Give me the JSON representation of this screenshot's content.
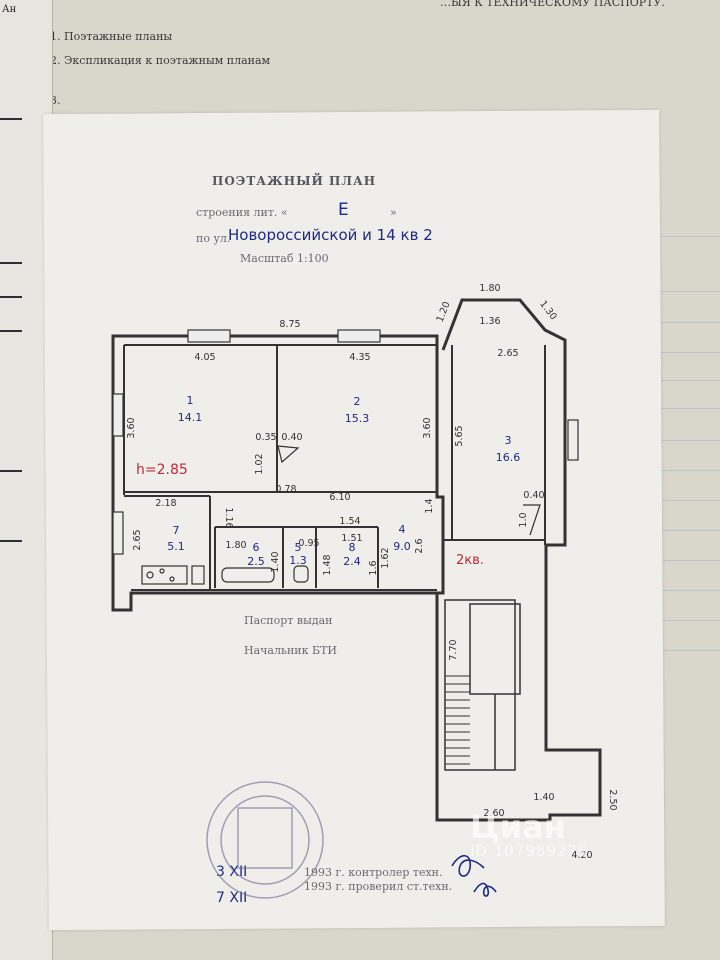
{
  "header": {
    "top_right": "…ЫЯ К ТЕХНИЧЕСКОМУ ПАСПОРТУ.",
    "item1": "1. Поэтажные планы",
    "item2": "2. Экспликация к поэтажным планам",
    "item3": "3."
  },
  "left_sheet": {
    "label": "Ан"
  },
  "form": {
    "title": "ПОЭТАЖНЫЙ ПЛАН",
    "building_prefix": "строения лит. «",
    "building_letter": "Е",
    "building_suffix": "»",
    "street_prefix": "по ул.",
    "street_value": "Новороссийской и 14 кв 2",
    "scale": "Масштаб 1:100",
    "height": "h=2.85",
    "apartment_mark": "2кв.",
    "passport_line": "Паспорт выдан",
    "chief_line": "Начальник БТИ",
    "control_line1": "1993 г. контролер техн.",
    "control_line2": "1993 г. проверил ст.техн.",
    "hand_date1": "3 XII",
    "hand_date2": "7 XII"
  },
  "rooms": [
    {
      "num": "1",
      "area": "14.1"
    },
    {
      "num": "2",
      "area": "15.3"
    },
    {
      "num": "3",
      "area": "16.6"
    },
    {
      "num": "4",
      "area": "9.0"
    },
    {
      "num": "5",
      "area": "1.3"
    },
    {
      "num": "6",
      "area": "2.5"
    },
    {
      "num": "7",
      "area": "5.1"
    },
    {
      "num": "8",
      "area": "2.4"
    }
  ],
  "dims": {
    "d875": "8.75",
    "d405": "4.05",
    "d435": "4.35",
    "d360a": "3.60",
    "d360b": "3.60",
    "d565": "5.65",
    "d265": "2.65",
    "d180": "1.80",
    "d136": "1.36",
    "d120": "1.20",
    "d130": "1.30",
    "d035": "0.35",
    "d040": "0.40",
    "d102": "1.02",
    "d078": "0.78",
    "d610": "6.10",
    "d218": "2.18",
    "d265b": "2.65",
    "d116": "1.16",
    "d154": "1.54",
    "d180b": "1.80",
    "d095": "0.95",
    "d151": "1.51",
    "d140": "1.40",
    "d148": "1.48",
    "d162": "1.62",
    "d16": "1.6",
    "d26": "2.6",
    "d14": "1.4",
    "d10": "1.0",
    "d040b": "0.40",
    "d770": "7.70",
    "d260": "2.60",
    "d250": "2.50",
    "d420": "4.20",
    "d140b": "1.40"
  },
  "watermark": {
    "name": "Циан",
    "id": "ID 107989279"
  }
}
